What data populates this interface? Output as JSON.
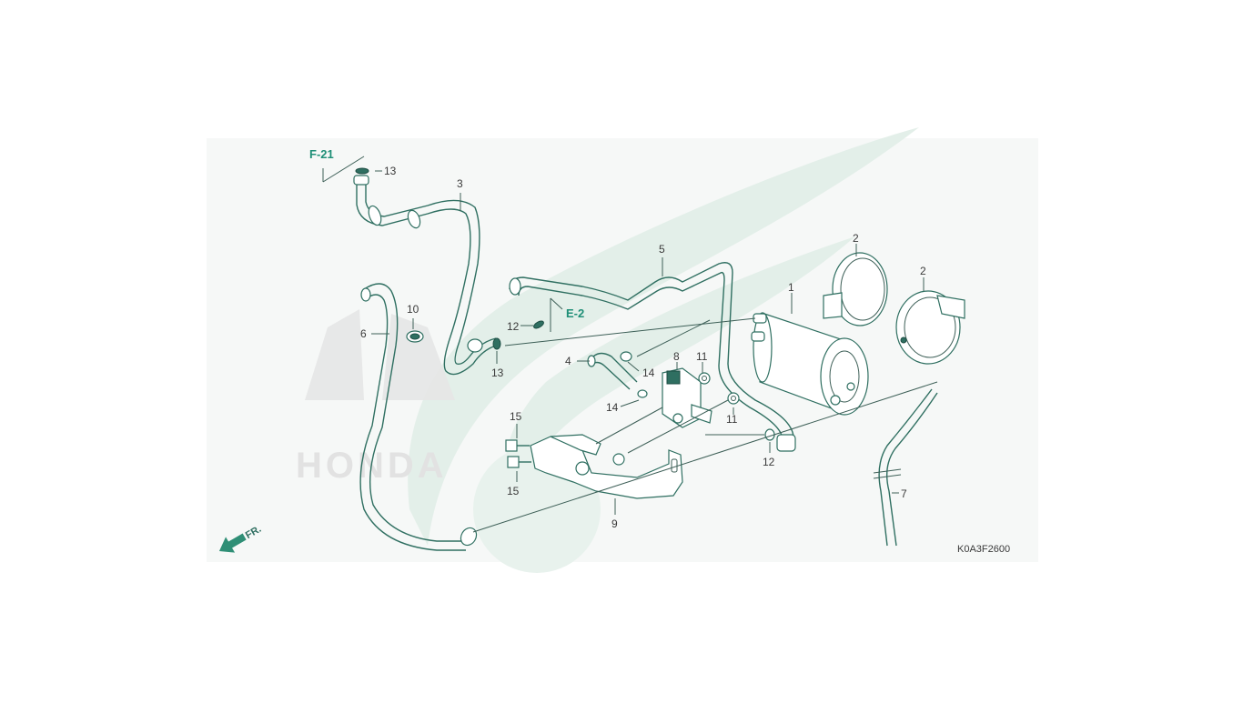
{
  "diagram": {
    "code": "K0A3F2600",
    "direction_label": "FR.",
    "watermark_text": "HONDA",
    "refs": {
      "f21": "F-21",
      "e2": "E-2"
    },
    "callouts": {
      "c1": "1",
      "c2a": "2",
      "c2b": "2",
      "c3": "3",
      "c4": "4",
      "c5": "5",
      "c6": "6",
      "c7": "7",
      "c8": "8",
      "c9": "9",
      "c10": "10",
      "c11a": "11",
      "c11b": "11",
      "c12a": "12",
      "c12b": "12",
      "c13a": "13",
      "c13b": "13",
      "c14a": "14",
      "c14b": "14",
      "c15a": "15",
      "c15b": "15"
    },
    "colors": {
      "accent": "#1f8f77",
      "line": "#2f6f61",
      "watermark": "#e3efe9",
      "background_panel": "#f6f8f7"
    }
  }
}
